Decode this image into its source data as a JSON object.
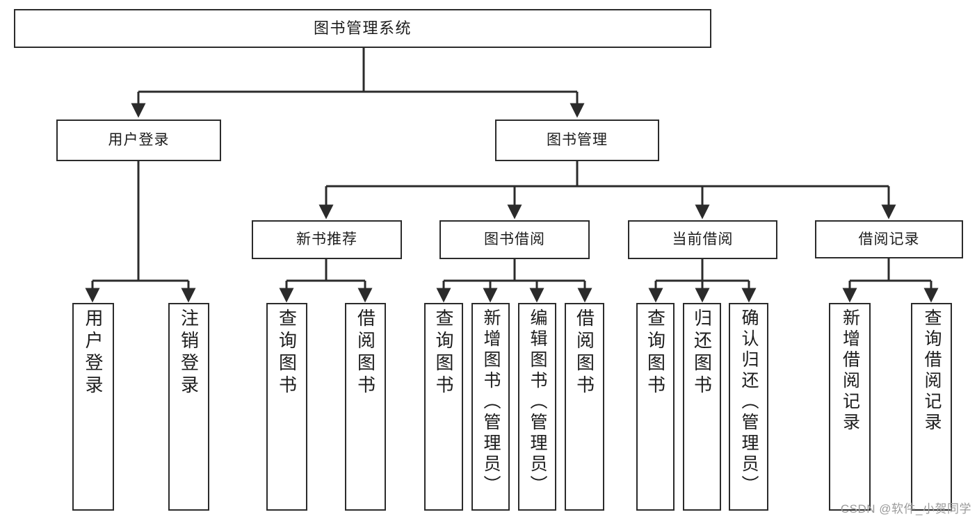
{
  "diagram": {
    "title": "图书管理系统",
    "type": "hierarchy-tree",
    "levels": {
      "root": {
        "label": "图书管理系统"
      },
      "level1": [
        {
          "label": "用户登录"
        },
        {
          "label": "图书管理"
        }
      ],
      "level2": [
        {
          "label": "新书推荐"
        },
        {
          "label": "图书借阅"
        },
        {
          "label": "当前借阅"
        },
        {
          "label": "借阅记录"
        }
      ],
      "leaves_user_login": [
        {
          "label": "用户登录"
        },
        {
          "label": "注销登录"
        }
      ],
      "leaves_new_book": [
        {
          "label": "查询图书"
        },
        {
          "label": "借阅图书"
        }
      ],
      "leaves_borrow": [
        {
          "label": "查询图书"
        },
        {
          "label": "新增图书（管理员）"
        },
        {
          "label": "编辑图书（管理员）"
        },
        {
          "label": "借阅图书"
        }
      ],
      "leaves_current": [
        {
          "label": "查询图书"
        },
        {
          "label": "归还图书"
        },
        {
          "label": "确认归还（管理员）"
        }
      ],
      "leaves_records": [
        {
          "label": "新增借阅记录"
        },
        {
          "label": "查询借阅记录"
        }
      ]
    },
    "colors": {
      "stroke": "#2b2b2b",
      "fill": "#ffffff",
      "text": "#1c1c1c",
      "watermark": "#9a9a9a"
    }
  },
  "watermark": {
    "text": "CSDN @软件_小贺同学"
  }
}
